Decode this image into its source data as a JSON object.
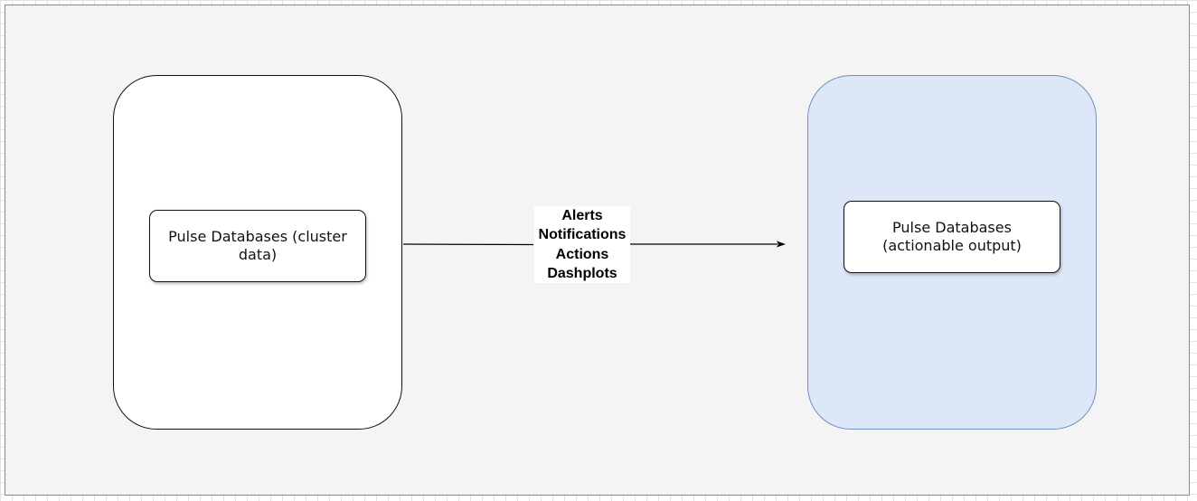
{
  "diagram": {
    "left_container": {
      "fill": "#ffffff",
      "stroke": "#111111"
    },
    "right_container": {
      "fill": "#dde7f8",
      "stroke": "#6f8fbf"
    },
    "source_node": {
      "label": "Pulse Databases (cluster data)"
    },
    "target_node": {
      "label": "Pulse Databases (actionable output)"
    },
    "edge": {
      "label_lines": [
        "Alerts",
        "Notifications",
        "Actions",
        "Dashplots"
      ]
    }
  }
}
